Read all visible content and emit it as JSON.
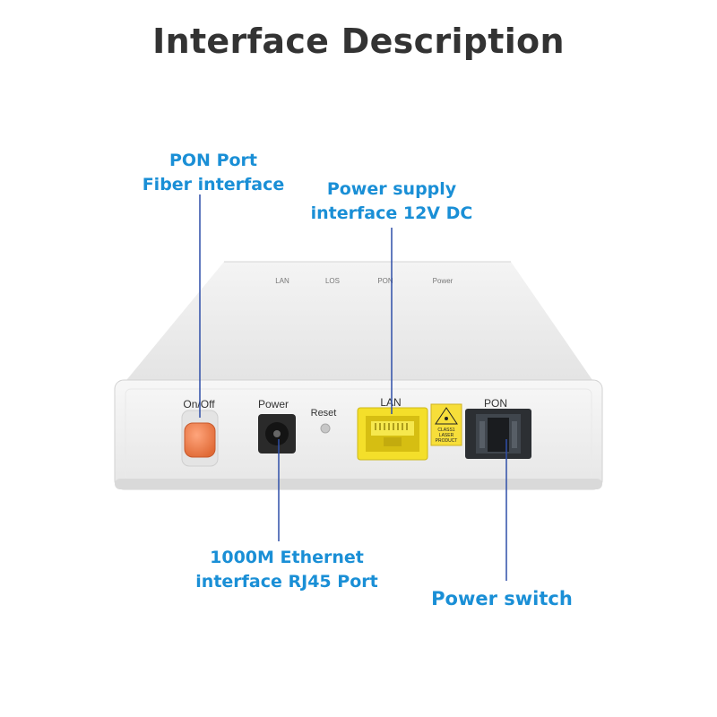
{
  "title": "Interface Description",
  "callouts": {
    "pon_port": [
      "PON Port",
      "Fiber interface"
    ],
    "power_supply": [
      "Power supply",
      "interface 12V DC"
    ],
    "ethernet": [
      "1000M Ethernet",
      "interface RJ45 Port"
    ],
    "power_switch": [
      "Power switch"
    ]
  },
  "device": {
    "led_labels": [
      "LAN",
      "LOS",
      "PON",
      "Power"
    ],
    "port_labels": {
      "on_off": "On/Off",
      "power": "Power",
      "reset": "Reset",
      "lan": "LAN",
      "pon": "PON"
    },
    "laser_label": [
      "CLASS1",
      "LASER",
      "PRODUCT"
    ]
  },
  "colors": {
    "callout_text": "#1a8fd6",
    "leader_line": "#2f4fa8",
    "title_text": "#333333",
    "switch_button": "#f07d4a",
    "lan_port": "#f4df2a"
  }
}
